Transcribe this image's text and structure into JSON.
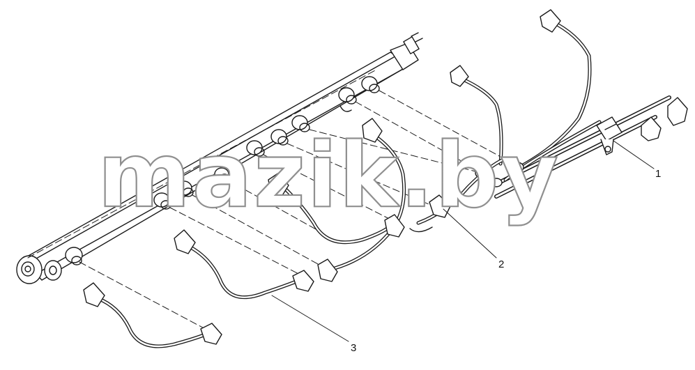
{
  "diagram": {
    "callouts": [
      {
        "id": "1",
        "text": "1"
      },
      {
        "id": "2",
        "text": "2"
      },
      {
        "id": "3",
        "text": "3"
      }
    ],
    "watermark": "mazik.by",
    "colors": {
      "line": "#1a1a1a",
      "background": "#ffffff",
      "watermark_outline": "#8f8f8f"
    }
  }
}
